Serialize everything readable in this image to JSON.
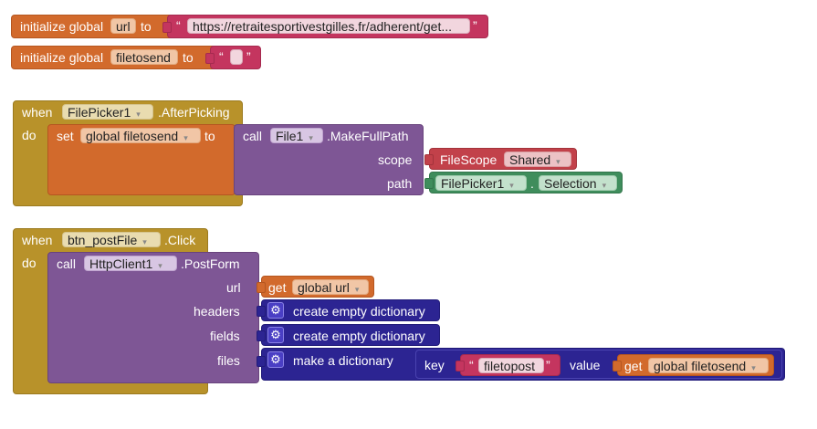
{
  "init_url": {
    "keyword": "initialize global",
    "var_name": "url",
    "to": "to",
    "open_quote": "“",
    "value": "https://retraitesportivestgilles.fr/adherent/get...",
    "close_quote": "”"
  },
  "init_filetosend": {
    "keyword": "initialize global",
    "var_name": "filetosend",
    "to": "to",
    "open_quote": "“",
    "close_quote": "”"
  },
  "event1": {
    "when": "when",
    "component": "FilePicker1",
    "event": ".AfterPicking",
    "do": "do",
    "set": "set",
    "set_target": "global filetosend",
    "to": "to",
    "call": "call",
    "call_component": "File1",
    "method": ".MakeFullPath",
    "scope_label": "scope",
    "filescope": "FileScope",
    "filescope_value": "Shared",
    "path_label": "path",
    "path_component": "FilePicker1",
    "path_dot": ".",
    "path_prop": "Selection"
  },
  "event2": {
    "when": "when",
    "component": "btn_postFile",
    "event": ".Click",
    "do": "do",
    "call": "call",
    "call_component": "HttpClient1",
    "method": ".PostForm",
    "url_label": "url",
    "get": "get",
    "get_var": "global url",
    "headers_label": "headers",
    "headers_value": "create empty dictionary",
    "fields_label": "fields",
    "fields_value": "create empty dictionary",
    "files_label": "files",
    "files_value": "make a dictionary",
    "key_label": "key",
    "key_open_quote": "“",
    "key_value": "filetopost",
    "key_close_quote": "”",
    "value_label": "value",
    "value_get": "get",
    "value_var": "global filetosend"
  },
  "icons": {
    "dropdown": "▾",
    "gear": "⚙"
  }
}
